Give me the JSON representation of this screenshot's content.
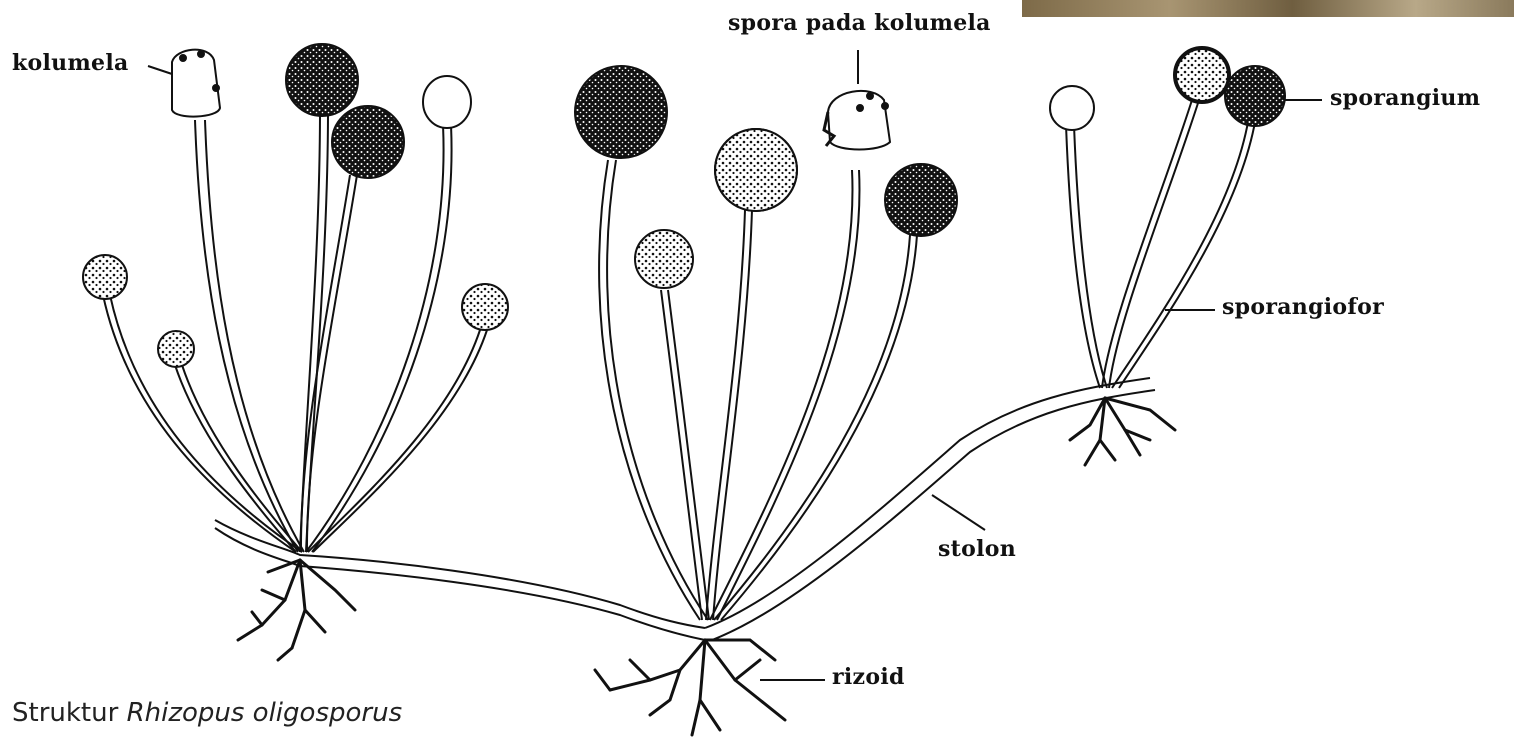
{
  "labels": {
    "kolumela": "kolumela",
    "spora_pada_kolumela": "spora pada kolumela",
    "sporangium": "sporangium",
    "sporangiofor": "sporangiofor",
    "stolon": "stolon",
    "rizoid": "rizoid"
  },
  "caption": {
    "prefix": "Struktur ",
    "species": "Rhizopus oligosporus"
  },
  "colors": {
    "ink": "#111111",
    "paper": "#ffffff",
    "photo_strip": "#8a7a5c"
  }
}
